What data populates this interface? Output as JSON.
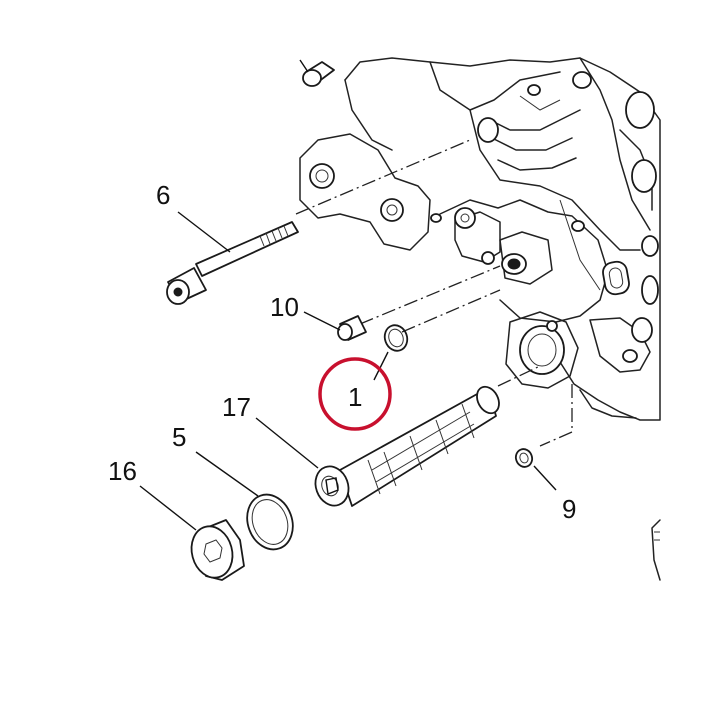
{
  "callouts": [
    {
      "id": "part-1",
      "label": "1"
    },
    {
      "id": "part-5",
      "label": "5"
    },
    {
      "id": "part-6",
      "label": "6"
    },
    {
      "id": "part-9",
      "label": "9"
    },
    {
      "id": "part-10",
      "label": "10"
    },
    {
      "id": "part-16",
      "label": "16"
    },
    {
      "id": "part-17",
      "label": "17"
    }
  ],
  "highlight": {
    "target": "part-1",
    "color": "#c8102e"
  }
}
